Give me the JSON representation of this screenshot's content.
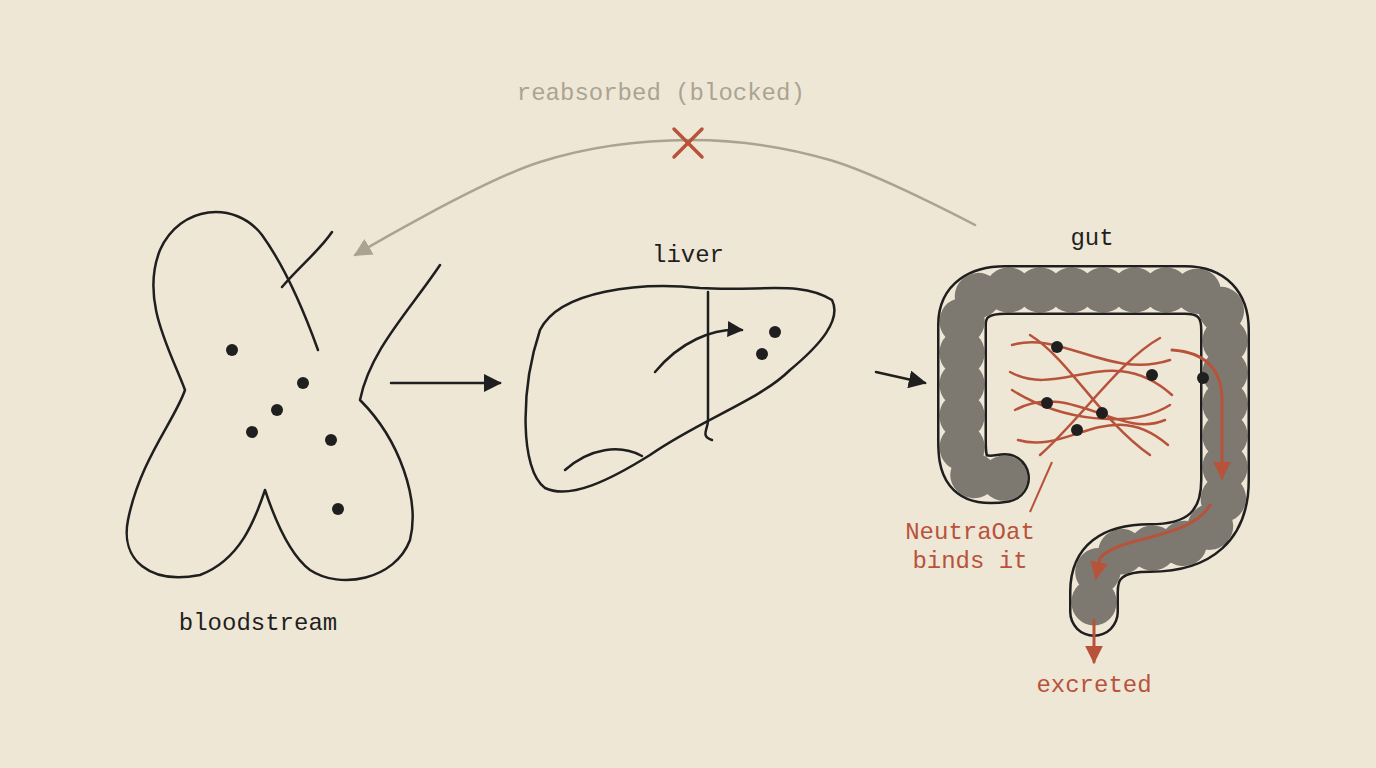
{
  "diagram": {
    "nodes": [
      {
        "text": [
          "bloodstream"
        ]
      },
      {
        "text": [
          "liver"
        ]
      },
      {
        "text": [
          "gut"
        ]
      }
    ],
    "edges": [
      {
        "from": 0,
        "to": 1,
        "arrow": "to"
      },
      {
        "from": 1,
        "to": 2,
        "arrow": "to"
      },
      {
        "from": 2,
        "to": 0,
        "label": "reabsorbed (blocked)",
        "arrow": "to"
      }
    ],
    "labels": [
      "NeutraOat binds it",
      "excreted"
    ]
  }
}
